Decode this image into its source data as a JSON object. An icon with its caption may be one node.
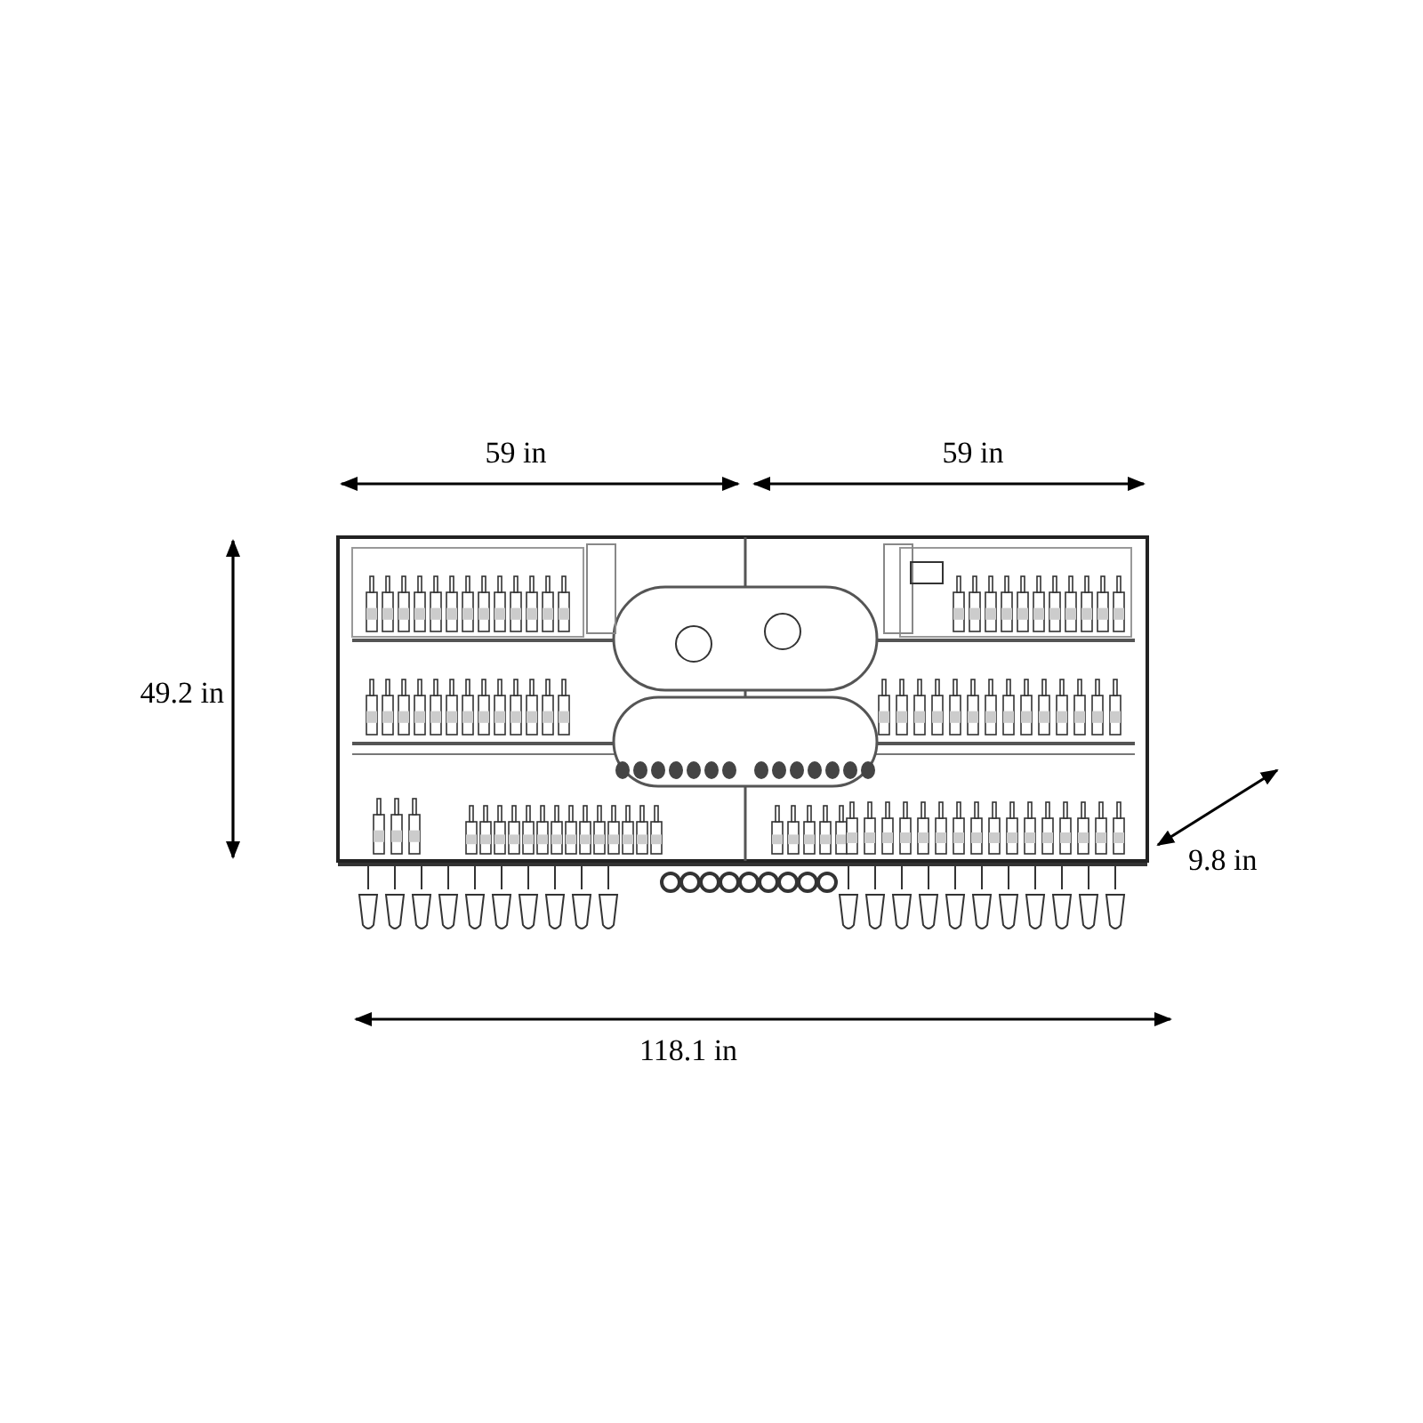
{
  "diagram": {
    "labels": [
      "59 in",
      "59 in",
      "49.2 in",
      "9.8 in",
      "118.1 in"
    ]
  }
}
